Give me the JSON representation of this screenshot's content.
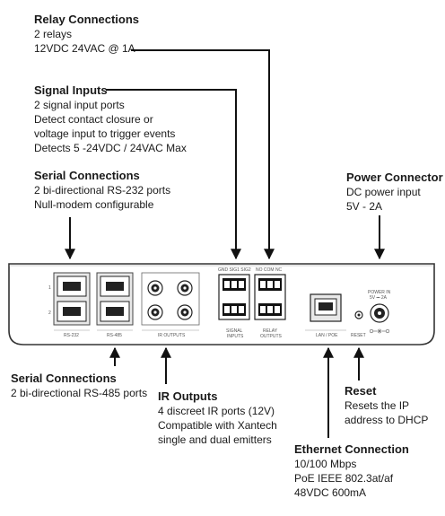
{
  "callouts": {
    "relay": {
      "title": "Relay Connections",
      "lines": [
        "2 relays",
        "12VDC 24VAC @ 1A"
      ]
    },
    "signal": {
      "title": "Signal Inputs",
      "lines": [
        "2 signal input ports",
        "Detect contact closure or",
        "voltage input to trigger events",
        "Detects 5 -24VDC / 24VAC Max"
      ]
    },
    "serial232": {
      "title": "Serial Connections",
      "lines": [
        "2 bi-directional RS-232 ports",
        "Null-modem configurable"
      ]
    },
    "power": {
      "title": "Power Connector",
      "lines": [
        "DC power input",
        "5V - 2A"
      ]
    },
    "serial485": {
      "title": "Serial Connections",
      "lines": [
        "2 bi-directional RS-485 ports"
      ]
    },
    "ir": {
      "title": "IR Outputs",
      "lines": [
        "4 discreet IR ports (12V)",
        "Compatible with Xantech",
        "single and dual emitters"
      ]
    },
    "reset": {
      "title": "Reset",
      "lines": [
        "Resets the IP",
        "address to DHCP"
      ]
    },
    "ethernet": {
      "title": "Ethernet Connection",
      "lines": [
        "10/100 Mbps",
        "PoE IEEE 802.3at/af",
        "48VDC 600mA"
      ]
    }
  },
  "panel": {
    "rs232_label": "RS-232",
    "rs485_label": "RS-485",
    "ir_label": "IR OUTPUTS",
    "signal_label_1": "SIGNAL",
    "signal_label_2": "INPUTS",
    "relay_label_1": "RELAY",
    "relay_label_2": "OUTPUTS",
    "lan_label": "LAN / POE",
    "reset_label": "RESET",
    "power_label_1": "POWER IN",
    "power_label_2": "5V ⎓ 2A",
    "signal_pins": "GND  SIG1  SIG2",
    "relay_pins": "NO  COM  NC",
    "port1": "1",
    "port2": "2"
  }
}
